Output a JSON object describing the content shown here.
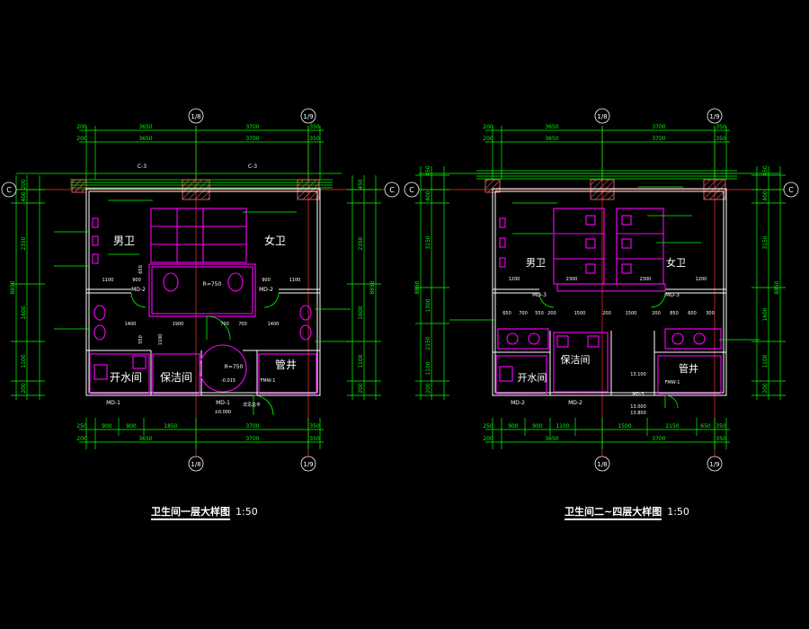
{
  "colors": {
    "background": "#000000",
    "dimension": "#00ff00",
    "wall": "#ffffff",
    "fixture": "#ff00ff",
    "axis": "#ff3030",
    "note": "#ffffff",
    "hatch": "#ff6f6f"
  },
  "plan1": {
    "title": "卫生间一层大样图",
    "scale": "1:50",
    "axis_left": "C",
    "axis_right": "C",
    "axis_top_1": "1/8",
    "axis_top_2": "1/9",
    "axis_bottom_1": "1/8",
    "axis_bottom_2": "1/9",
    "dims_top_row1": [
      "200",
      "3650",
      "3700",
      "350"
    ],
    "dims_top_row2": [
      "200",
      "3650",
      "3700",
      "350"
    ],
    "dims_bottom_row1": [
      "250",
      "900",
      "900",
      "1850",
      "3700",
      "350"
    ],
    "dims_bottom_row2": [
      "200",
      "3650",
      "3700",
      "350"
    ],
    "dims_left": [
      "200",
      "400",
      "2350",
      "8850",
      "1600",
      "1100",
      "200"
    ],
    "dims_right": [
      "450",
      "2350",
      "8850",
      "1600",
      "1100",
      "200"
    ],
    "window_left": "C-3",
    "window_right": "C-3",
    "room_men": "男卫",
    "room_women": "女卫",
    "room_water": "开水间",
    "room_clean": "保洁间",
    "room_shaft": "管井",
    "door_men": "MD-2",
    "door_women": "MD-2",
    "door_main": "MD-1",
    "door_water": "MD-1",
    "door_shaft": "FMW-1",
    "radius_1": "R=750",
    "radius_2": "R=750",
    "level": "-0.015",
    "level_main": "±0.000",
    "note_ref": "详见总平",
    "dims_inner_men": [
      "1100",
      "900"
    ],
    "dims_inner_women": [
      "900",
      "1100"
    ],
    "dims_inner_mid": [
      "1400",
      "1900",
      "700",
      "700",
      "1400"
    ],
    "dims_inner_vert": [
      "650",
      "550",
      "1100"
    ]
  },
  "plan2": {
    "title": "卫生间二~四层大样图",
    "scale": "1:50",
    "axis_left": "C",
    "axis_right": "C",
    "axis_top_1": "1/8",
    "axis_top_2": "1/9",
    "axis_bottom_1": "1/8",
    "axis_bottom_2": "1/9",
    "dims_top_row1": [
      "200",
      "3650",
      "3700",
      "350"
    ],
    "dims_top_row2": [
      "200",
      "3650",
      "3700",
      "350"
    ],
    "dims_bottom_row1": [
      "250",
      "900",
      "900",
      "1100",
      "1500",
      "2150",
      "650",
      "350"
    ],
    "dims_bottom_row2": [
      "200",
      "3650",
      "3700",
      "350"
    ],
    "dims_left": [
      "450",
      "400",
      "3150",
      "8850",
      "1300",
      "2150",
      "1100",
      "200"
    ],
    "dims_right": [
      "450",
      "400",
      "3150",
      "8850",
      "1600",
      "1100",
      "200"
    ],
    "room_men": "男卫",
    "room_women": "女卫",
    "room_water": "开水间",
    "room_clean": "保洁间",
    "room_shaft": "管井",
    "door_men": "MD-3",
    "door_women": "MD-3",
    "door_water": "MD-2",
    "door_clean": "MD-2",
    "door_shaft": "FMW-1",
    "door_main": "MD-3",
    "level_a": "13.100",
    "level_b": "13.000",
    "level_c": "13.800",
    "dims_inner_men": [
      "1200",
      "2300"
    ],
    "dims_inner_women": [
      "2300",
      "1200"
    ],
    "dims_inner_mid": [
      "650",
      "700",
      "550",
      "200",
      "1500",
      "200",
      "1500",
      "200",
      "850",
      "600",
      "300"
    ]
  }
}
